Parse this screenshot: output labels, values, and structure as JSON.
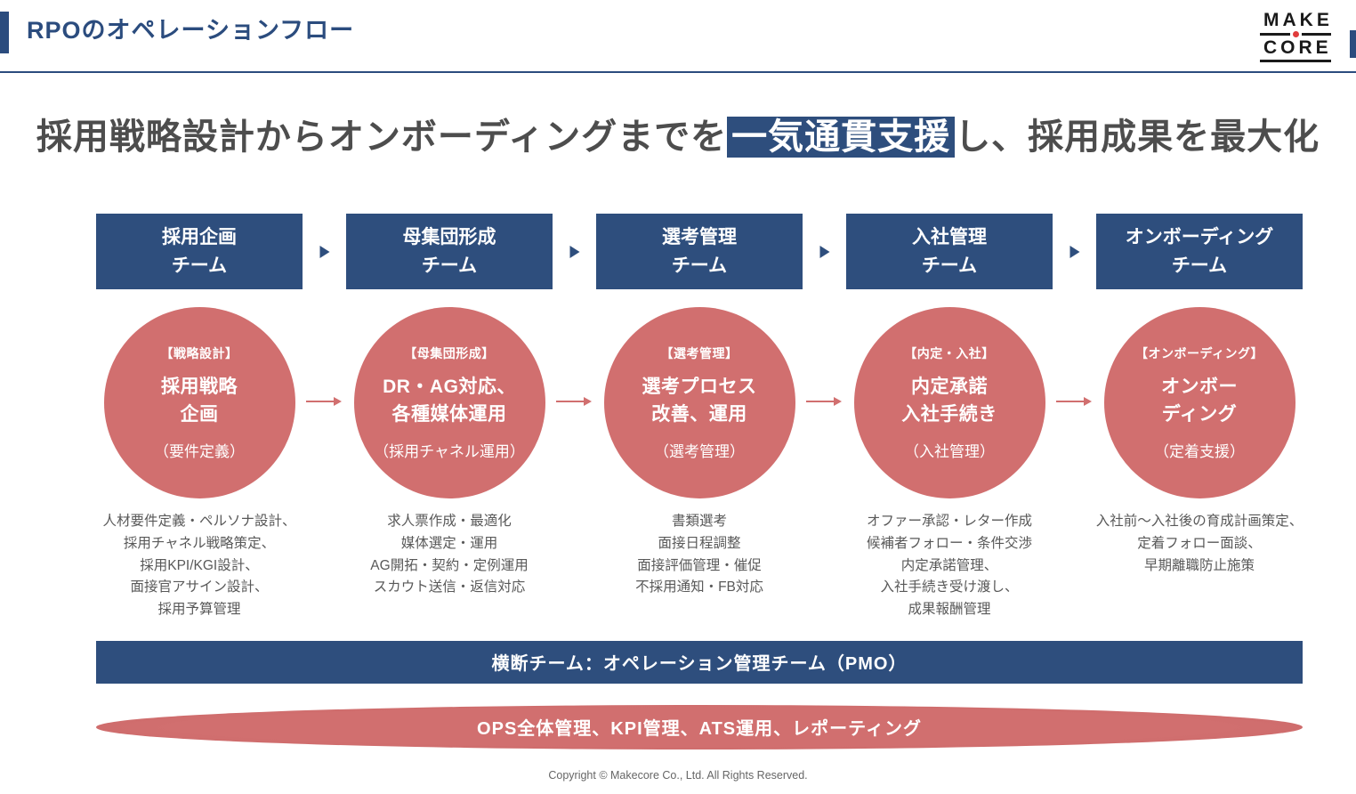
{
  "header": {
    "title": "RPOのオペレーションフロー",
    "logo": {
      "top": "MAKE",
      "bottom": "CORE"
    }
  },
  "headline": {
    "pre": "採用戦略設計からオンボーディングまでを",
    "highlight": "一気通貫支援",
    "post": "し、採用成果を最大化"
  },
  "columns": [
    {
      "team_line1": "採用企画",
      "team_line2": "チーム",
      "tag": "【戦略設計】",
      "main_line1": "採用戦略",
      "main_line2": "企画",
      "sub": "（要件定義）",
      "details": [
        "人材要件定義・ペルソナ設計、",
        "採用チャネル戦略策定、",
        "採用KPI/KGI設計、",
        "面接官アサイン設計、",
        "採用予算管理"
      ]
    },
    {
      "team_line1": "母集団形成",
      "team_line2": "チーム",
      "tag": "【母集団形成】",
      "main_line1": "DR・AG対応、",
      "main_line2": "各種媒体運用",
      "sub": "（採用チャネル運用）",
      "details": [
        "求人票作成・最適化",
        "媒体選定・運用",
        "AG開拓・契約・定例運用",
        "スカウト送信・返信対応"
      ]
    },
    {
      "team_line1": "選考管理",
      "team_line2": "チーム",
      "tag": "【選考管理】",
      "main_line1": "選考プロセス",
      "main_line2": "改善、運用",
      "sub": "（選考管理）",
      "details": [
        "書類選考",
        "面接日程調整",
        "面接評価管理・催促",
        "不採用通知・FB対応"
      ]
    },
    {
      "team_line1": "入社管理",
      "team_line2": "チーム",
      "tag": "【内定・入社】",
      "main_line1": "内定承諾",
      "main_line2": "入社手続き",
      "sub": "（入社管理）",
      "details": [
        "オファー承認・レター作成",
        "候補者フォロー・条件交渉",
        "内定承諾管理、",
        "入社手続き受け渡し、",
        "成果報酬管理"
      ]
    },
    {
      "team_line1": "オンボーディング",
      "team_line2": "チーム",
      "tag": "【オンボーディング】",
      "main_line1": "オンボー",
      "main_line2": "ディング",
      "sub": "（定着支援）",
      "details": [
        "入社前〜入社後の育成計画策定、",
        "定着フォロー面談、",
        "早期離職防止施策"
      ]
    }
  ],
  "pmo_bar": {
    "label": "横断チーム：オペレーション管理チーム（PMO）"
  },
  "ops_ellipse": {
    "label": "OPS全体管理、KPI管理、ATS運用、レポーティング"
  },
  "footer": {
    "copyright": "Copyright © Makecore Co., Ltd. All Rights Reserved."
  },
  "colors": {
    "brand_blue": "#2E4E7D",
    "brand_salmon": "#D16F6F",
    "logo_dot_red": "#E03C3C",
    "headline_gray": "#4D4D4D"
  }
}
